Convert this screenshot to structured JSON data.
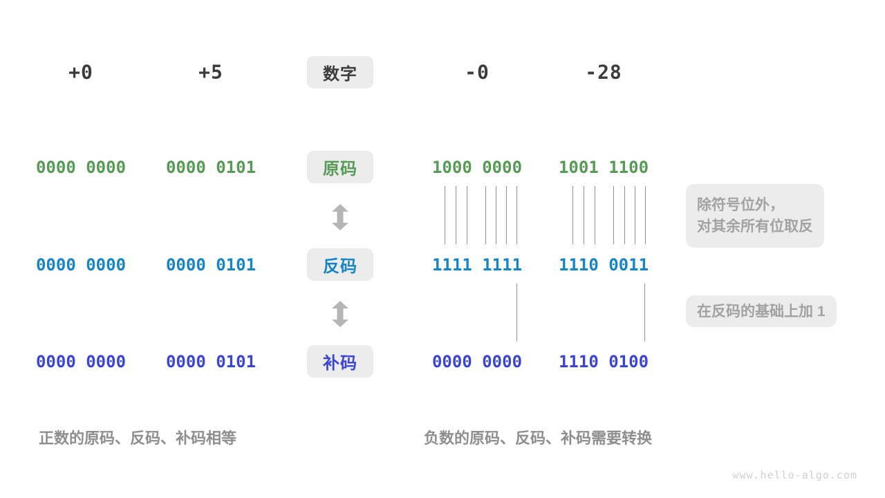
{
  "header": {
    "values": [
      "+0",
      "+5",
      "-0",
      "-28"
    ],
    "center_label": "数字"
  },
  "rows": [
    {
      "label": "原码",
      "values": [
        "0000 0000",
        "0000 0101",
        "1000 0000",
        "1001 1100"
      ]
    },
    {
      "label": "反码",
      "values": [
        "0000 0000",
        "0000 0101",
        "1111 1111",
        "1110 0011"
      ]
    },
    {
      "label": "补码",
      "values": [
        "0000 0000",
        "0000 0101",
        "0000 0000",
        "1110 0100"
      ]
    }
  ],
  "annotations": {
    "invert_line1": "除符号位外，",
    "invert_line2": "对其余所有位取反",
    "add_one": "在反码的基础上加 1"
  },
  "captions": {
    "positive": "正数的原码、反码、补码相等",
    "negative": "负数的原码、反码、补码需要转换"
  },
  "watermark": "www.hello-algo.com",
  "colors": {
    "green": "#569a56",
    "blue": "#1585c5",
    "indigo": "#3a46d2",
    "tag_bg": "#ececec",
    "dark": "#3c3c3c",
    "note_text": "#a2a2a2",
    "caption": "#8e8e8e",
    "line": "#8f8f8f",
    "arrow": "#b5b5b5",
    "watermark": "#cfcfcf"
  }
}
